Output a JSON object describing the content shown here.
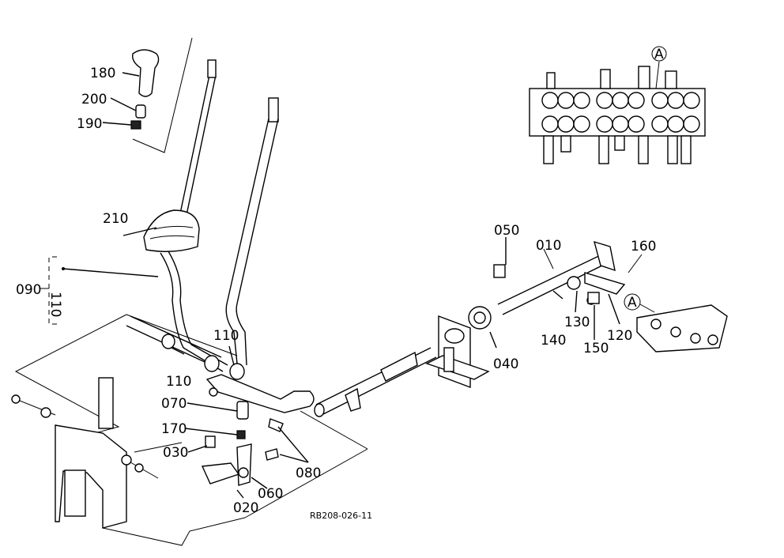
{
  "diagram_code": "RB208-026-11",
  "callouts": {
    "c180": "180",
    "c200": "200",
    "c190": "190",
    "c210": "210",
    "c090": "090",
    "c110_bracket": "110",
    "c110_lower": "110",
    "c110_upper": "110",
    "c070": "070",
    "c170": "170",
    "c030": "030",
    "c020": "020",
    "c060": "060",
    "c080": "080",
    "c040": "040",
    "c050": "050",
    "c010": "010",
    "c160": "160",
    "c140": "140",
    "c130": "130",
    "c150": "150",
    "c120": "120"
  },
  "reference_marks": {
    "valve_top": "A",
    "valve_link": "A"
  }
}
